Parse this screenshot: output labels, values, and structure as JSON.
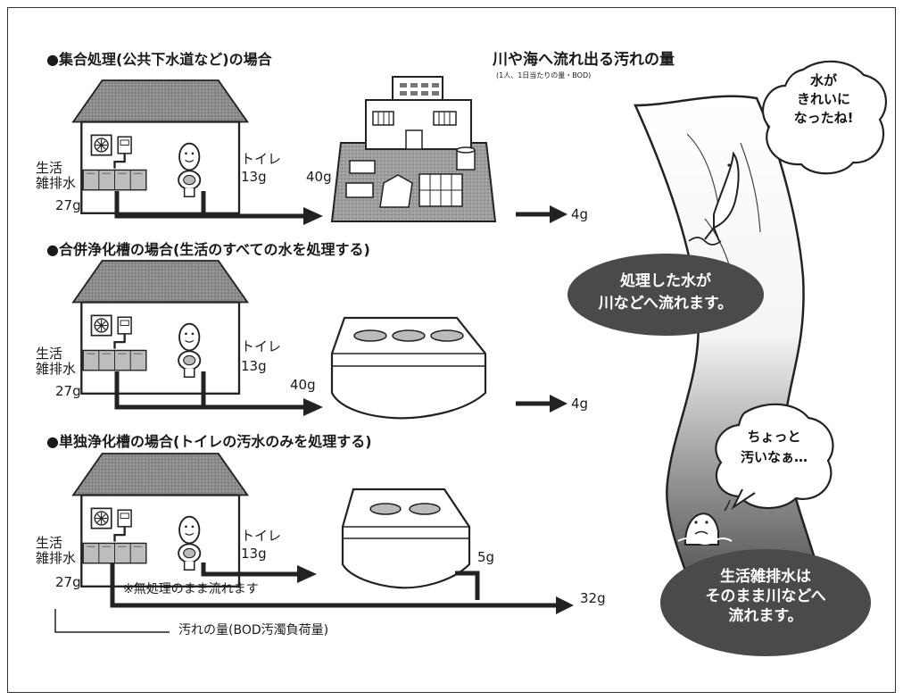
{
  "sections": [
    {
      "title": "●集合処理(公共下水道など)の場合",
      "misc_label": "生活\n雑排水",
      "misc_amount": "27g",
      "toilet_label": "トイレ",
      "toilet_amount": "13g",
      "combined_amount": "40g",
      "outflow": "4g"
    },
    {
      "title": "●合併浄化槽の場合(生活のすべての水を処理する)",
      "misc_label": "生活\n雑排水",
      "misc_amount": "27g",
      "toilet_label": "トイレ",
      "toilet_amount": "13g",
      "combined_amount": "40g",
      "outflow": "4g"
    },
    {
      "title": "●単独浄化槽の場合(トイレの汚水のみを処理する)",
      "misc_label": "生活\n雑排水",
      "misc_amount": "27g",
      "toilet_label": "トイレ",
      "toilet_amount": "13g",
      "tank_outflow": "5g",
      "untreated_note": "※無処理のまま流れます",
      "outflow": "32g"
    }
  ],
  "river": {
    "title": "川や海へ流れ出る汚れの量",
    "subtitle": "(1人、1日当たりの量・BOD)",
    "bubble_clean": "水が\nきれいに\nなったね!",
    "bubble_dirty": "ちょっと\n汚いなぁ…",
    "label_treated": "処理した水が\n川などへ流れます。",
    "label_untreated": "生活雑排水は\nそのまま川などへ\n流れます。"
  },
  "legend": {
    "text": "汚れの量(BOD汚濁負荷量)"
  }
}
